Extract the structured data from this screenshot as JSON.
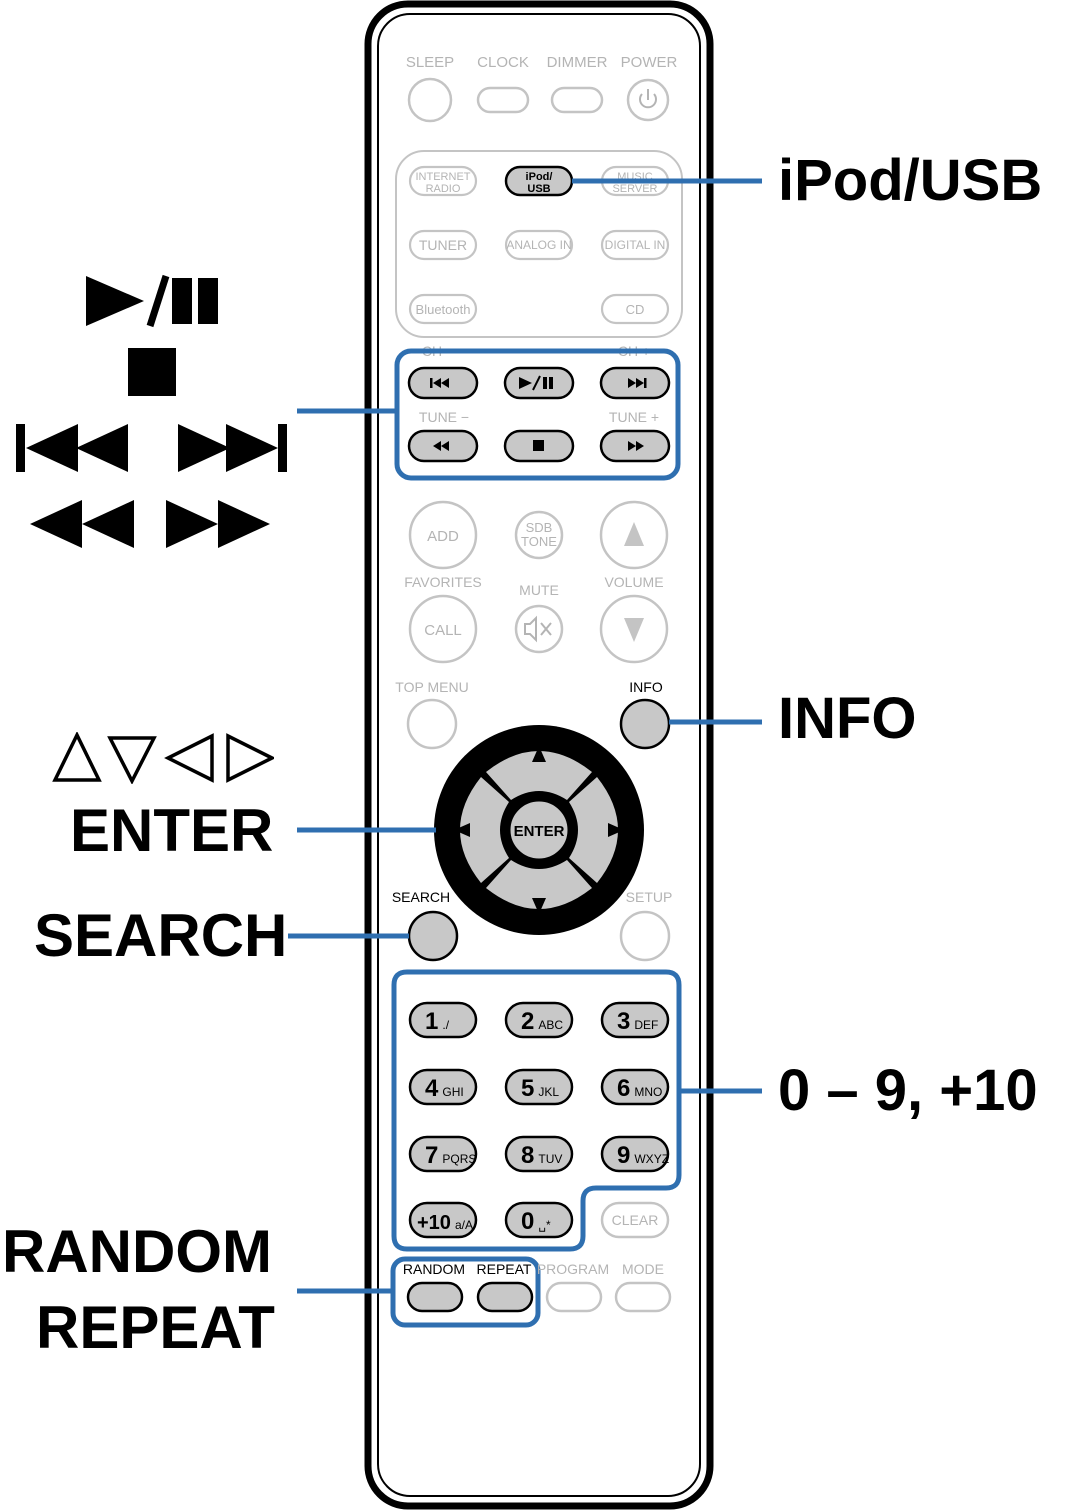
{
  "remote": {
    "top_row": {
      "labels": [
        "SLEEP",
        "CLOCK",
        "DIMMER",
        "POWER"
      ]
    },
    "sources": {
      "row1": [
        "INTERNET\nRADIO",
        "iPod/\nUSB",
        "MUSIC\nSERVER"
      ],
      "row2": [
        "TUNER",
        "ANALOG IN",
        "DIGITAL IN"
      ],
      "row3": [
        "Bluetooth",
        "CD"
      ]
    },
    "transport_labels": {
      "ch_minus": "CH −",
      "ch_plus": "CH +",
      "tune_minus": "TUNE −",
      "tune_plus": "TUNE +"
    },
    "middle": {
      "add": "ADD",
      "sdb_tone": "SDB\nTONE",
      "favorites": "FAVORITES",
      "mute": "MUTE",
      "volume": "VOLUME",
      "call": "CALL"
    },
    "nav": {
      "top_menu": "TOP MENU",
      "info": "INFO",
      "enter": "ENTER",
      "search": "SEARCH",
      "setup": "SETUP"
    },
    "keypad": [
      {
        "num": "1",
        "sub": "./"
      },
      {
        "num": "2",
        "sub": "ABC"
      },
      {
        "num": "3",
        "sub": "DEF"
      },
      {
        "num": "4",
        "sub": "GHI"
      },
      {
        "num": "5",
        "sub": "JKL"
      },
      {
        "num": "6",
        "sub": "MNO"
      },
      {
        "num": "7",
        "sub": "PQRS"
      },
      {
        "num": "8",
        "sub": "TUV"
      },
      {
        "num": "9",
        "sub": "WXYZ"
      },
      {
        "num": "+10",
        "sub": "a/A"
      },
      {
        "num": "0",
        "sub": "␣*"
      },
      {
        "num": "CLEAR",
        "sub": ""
      }
    ],
    "bottom_row": [
      "RANDOM",
      "REPEAT",
      "PROGRAM",
      "MODE"
    ]
  },
  "callouts": {
    "ipod_usb": "iPod/USB",
    "play_pause": "▶/❚❚",
    "stop": "■",
    "skip": "⧏◀◀ ▶▶⧐",
    "search_keys": "◀◀ ▶▶",
    "info": "INFO",
    "cursor": "△▽◁ ▷",
    "enter": "ENTER",
    "search": "SEARCH",
    "numbers": "0 – 9, +10",
    "random": "RANDOM",
    "repeat": "REPEAT"
  },
  "colors": {
    "highlight": "#2f6fb0",
    "active_button": "#c8c8c8",
    "inactive_outline": "#c4c4c4",
    "dpad": "#000000"
  }
}
